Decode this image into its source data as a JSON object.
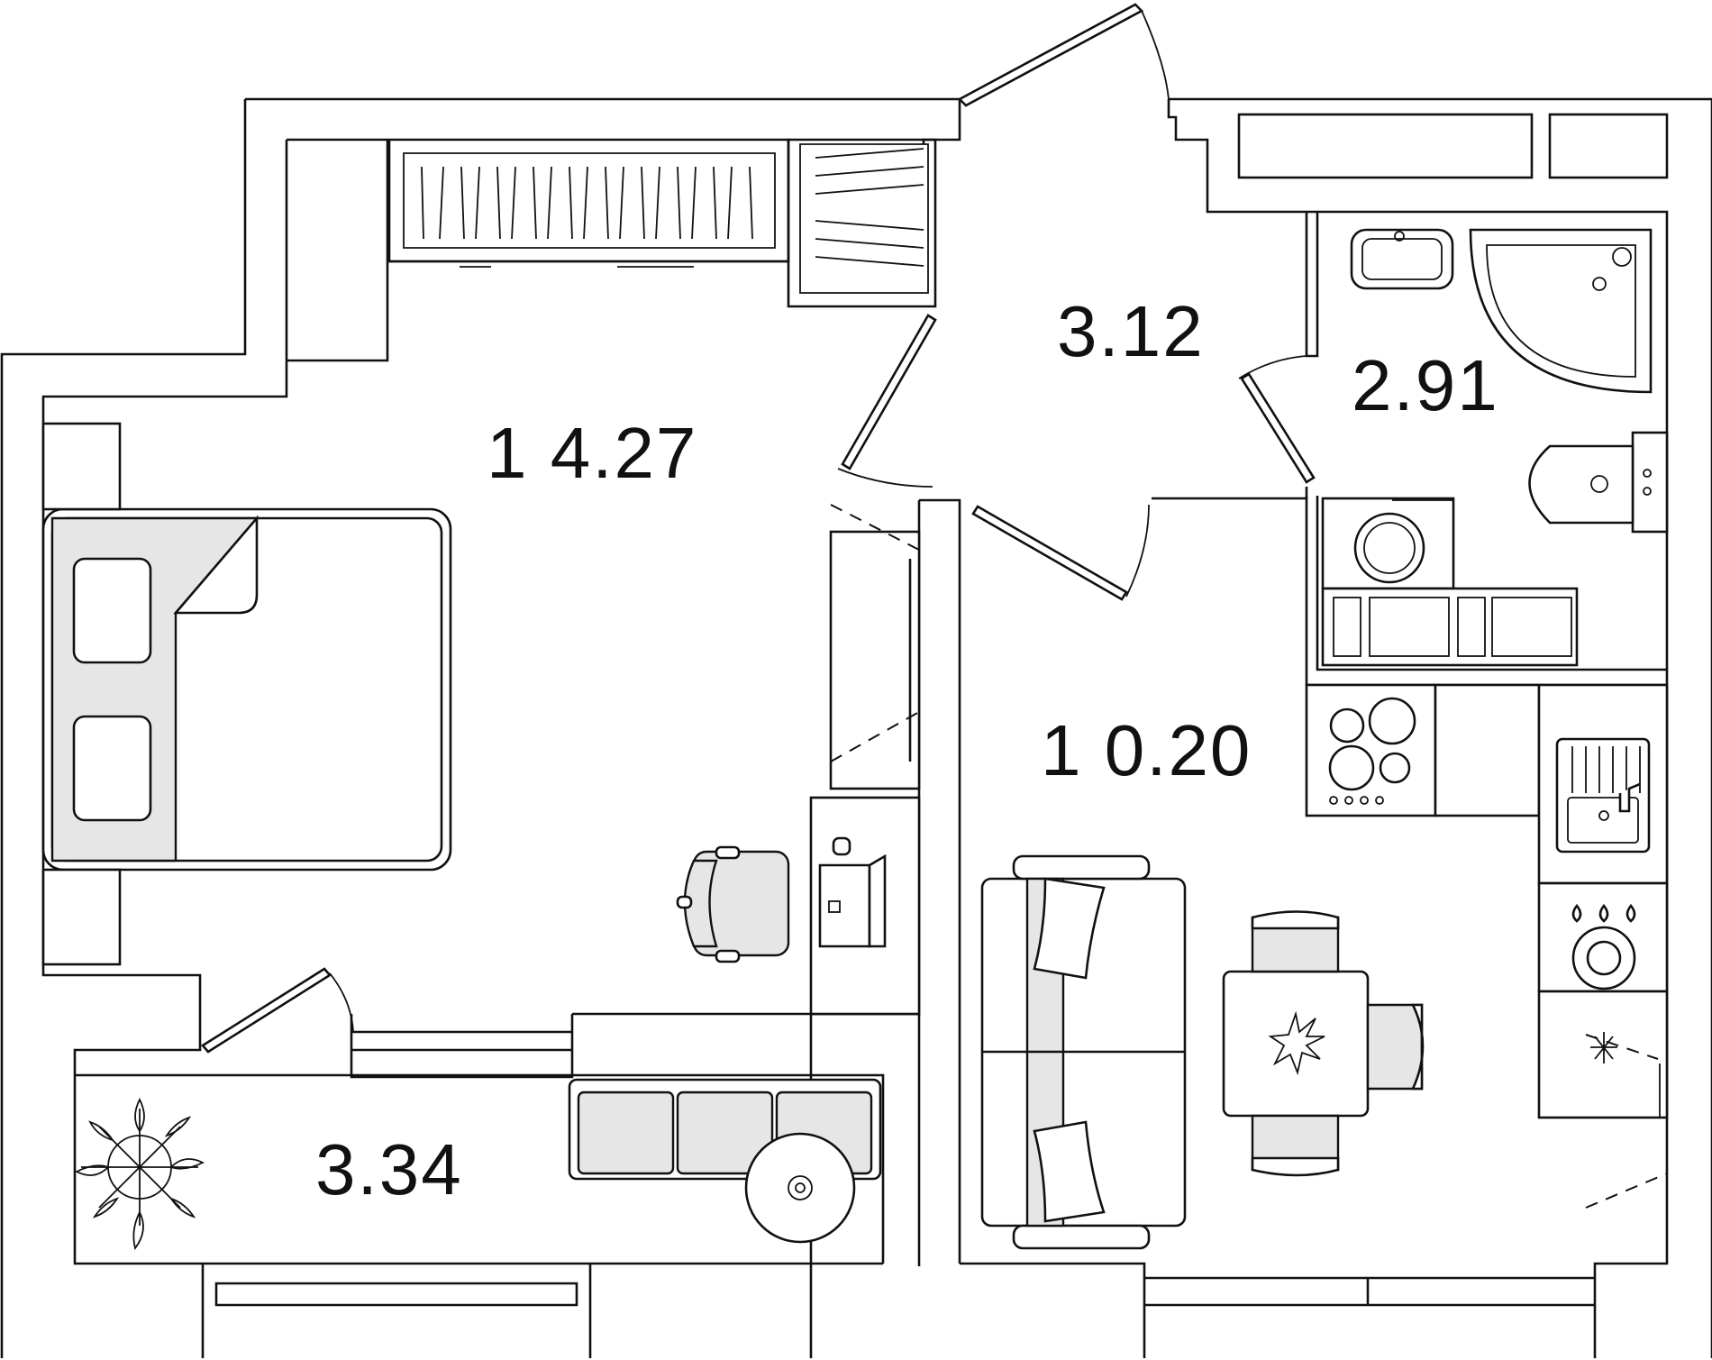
{
  "floor_plan": {
    "rooms": [
      {
        "id": "bedroom",
        "area": "1 4.27"
      },
      {
        "id": "hallway",
        "area": "3.12"
      },
      {
        "id": "bathroom",
        "area": "2.91"
      },
      {
        "id": "kitchen-living",
        "area": "1 0.20"
      },
      {
        "id": "balcony",
        "area": "3.34"
      }
    ],
    "colors": {
      "line": "#111111",
      "background": "#ffffff",
      "fill_gray": "#e6e6e6"
    },
    "icons": [
      "bed-icon",
      "wardrobe-icon",
      "desk-icon",
      "chair-icon",
      "laptop-icon",
      "sofa-icon",
      "dining-table-icon",
      "stove-icon",
      "sink-icon",
      "washing-machine-icon",
      "shower-icon",
      "toilet-icon",
      "plant-icon"
    ]
  }
}
